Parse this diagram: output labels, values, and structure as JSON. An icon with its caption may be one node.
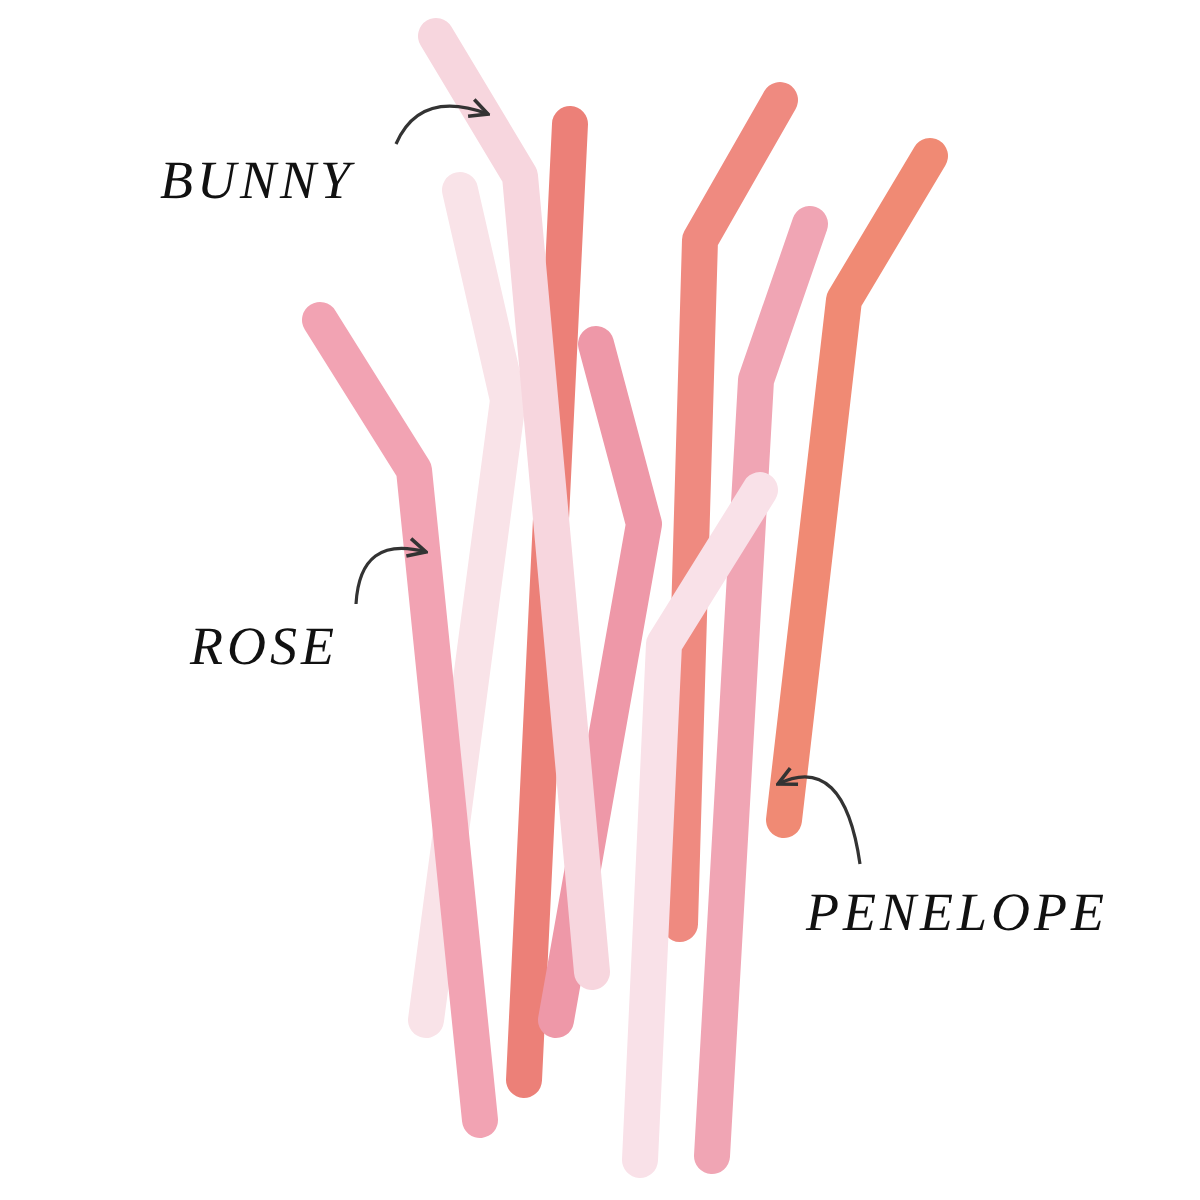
{
  "diagram": {
    "nodes": [
      {
        "text": [
          "BUNNY"
        ]
      },
      {
        "text": [
          "ROSE"
        ]
      },
      {
        "text": [
          "PENELOPE"
        ]
      },
      {
        "text": [],
        "shape": "bar"
      },
      {
        "text": [],
        "shape": "bar"
      },
      {
        "text": [],
        "shape": "bar"
      }
    ],
    "edges": [
      {
        "from": 0,
        "to": 4,
        "arrow": "to"
      },
      {
        "from": 1,
        "to": 3,
        "arrow": "to"
      },
      {
        "from": 2,
        "to": 5,
        "arrow": "to"
      }
    ]
  }
}
